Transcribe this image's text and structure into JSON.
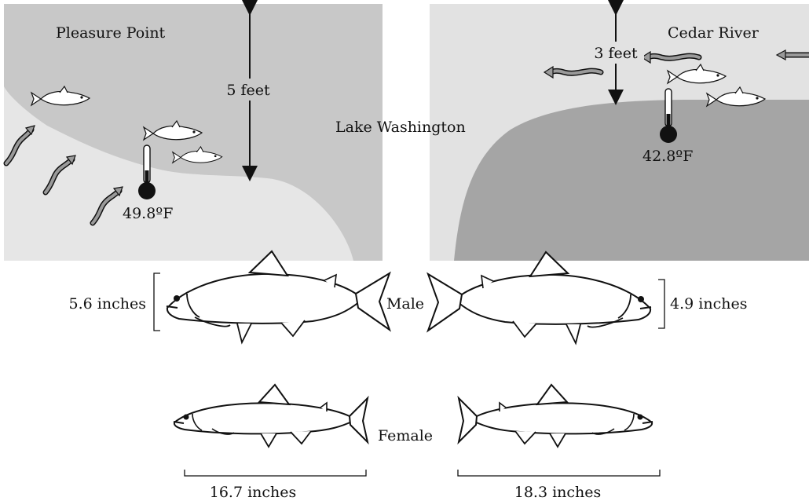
{
  "scene": {
    "left_panel": {
      "site": "Pleasure Point",
      "depth_label": "5 feet",
      "temperature": "49.8ºF"
    },
    "right_panel": {
      "site": "Cedar River",
      "depth_label": "3 feet",
      "temperature": "42.8ºF"
    },
    "lake_label": "Lake Washington"
  },
  "fish": {
    "male_label": "Male",
    "female_label": "Female",
    "left_male_height": "5.6 inches",
    "right_male_height": "4.9 inches",
    "left_female_length": "16.7 inches",
    "right_female_length": "18.3 inches"
  },
  "colors": {
    "shallow_water": "#e6e6e6",
    "mid_water": "#c8c8c8",
    "deep_water": "#a5a5a5",
    "right_surface": "#e2e2e2",
    "current_arrow": "#9a9a9a"
  }
}
